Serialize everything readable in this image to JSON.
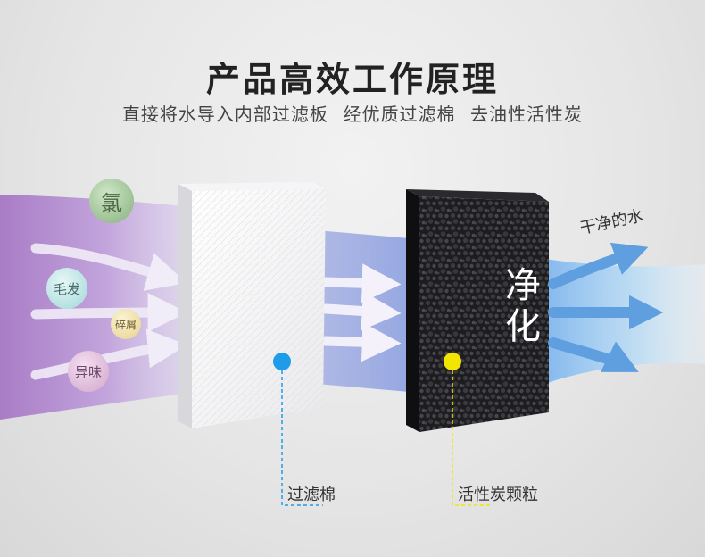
{
  "header": {
    "title": "产品高效工作原理",
    "subtitle": "直接将水导入内部过滤板 经优质过滤棉 去油性活性炭"
  },
  "impurities": {
    "chlorine": "氯",
    "hair": "毛发",
    "debris": "碎屑",
    "odor": "异味"
  },
  "carbon_block": {
    "purify_char_1": "净",
    "purify_char_2": "化"
  },
  "output_label": "干净的水",
  "labels": {
    "cotton": "过滤棉",
    "carbon": "活性炭颗粒"
  },
  "colors": {
    "cotton_marker": "#1e9be9",
    "carbon_marker": "#f2e600",
    "inflow": "#b88fd0",
    "outflow": "#6fb0ea"
  }
}
